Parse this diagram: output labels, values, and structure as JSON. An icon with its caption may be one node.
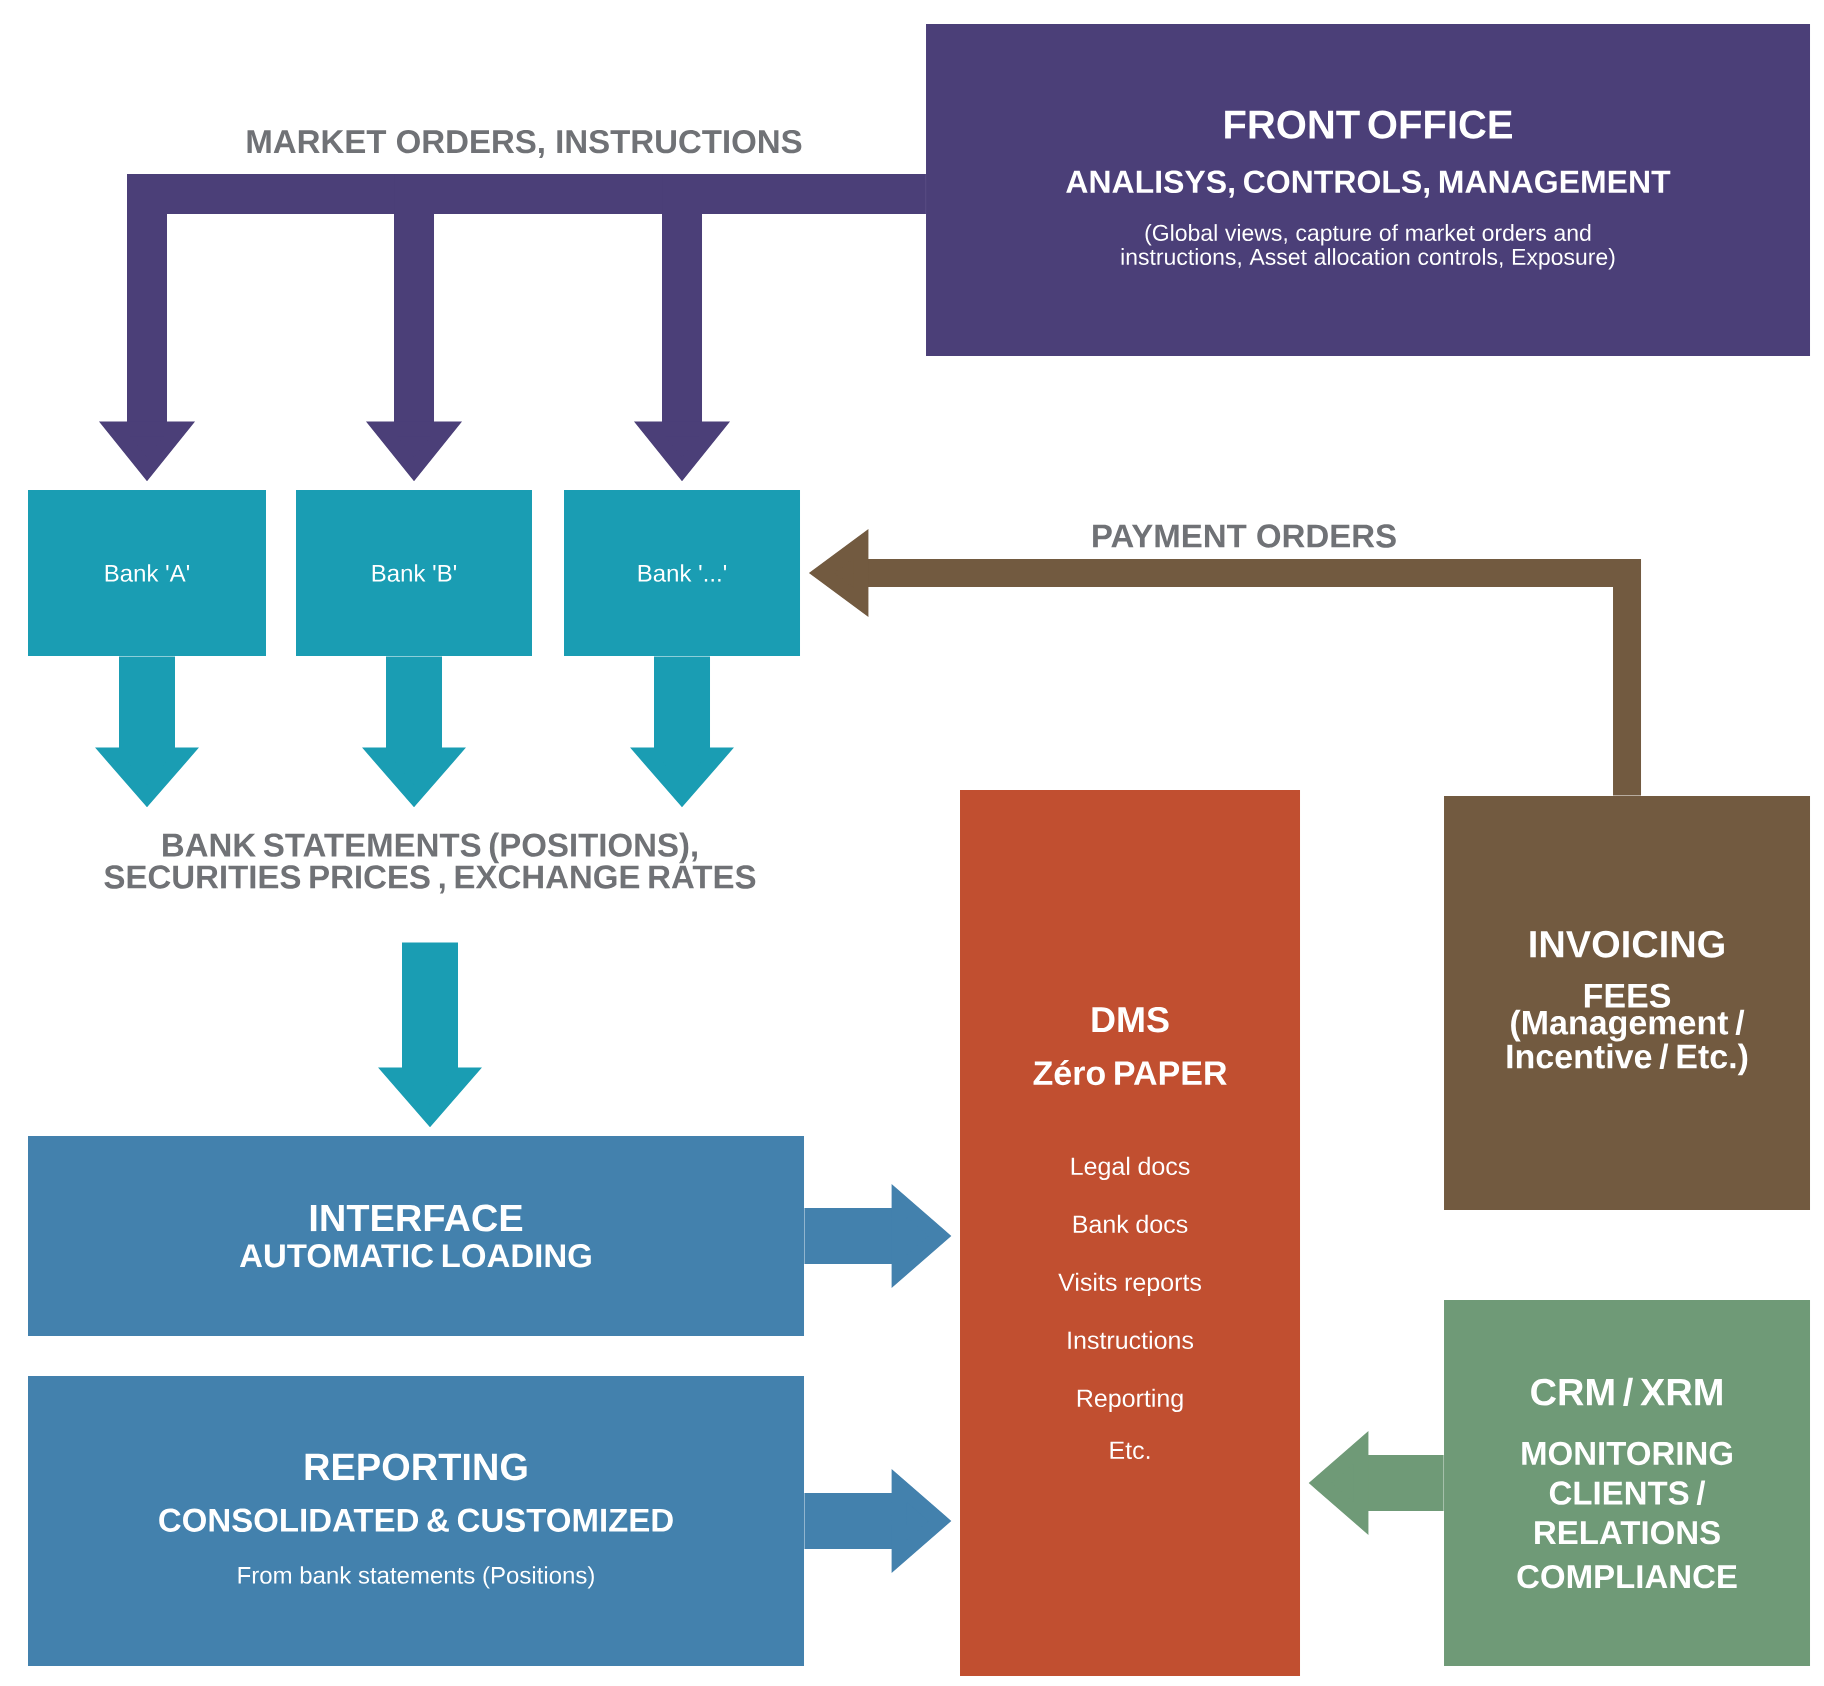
{
  "diagram": {
    "nodes": [
      {
        "text": [
          "FRONT OFFICE",
          "ANALISYS, CONTROLS, MANAGEMENT",
          "(Global views, capture of market orders and instructions, Asset allocation controls, Exposure)"
        ]
      },
      {
        "text": [
          "Bank 'A'"
        ]
      },
      {
        "text": [
          "Bank 'B'"
        ]
      },
      {
        "text": [
          "Bank '...'"
        ]
      },
      {
        "text": [
          "BANK STATEMENTS (POSITIONS), SECURITIES PRICES , EXCHANGE RATES"
        ]
      },
      {
        "text": [
          "DMS",
          "Zéro PAPER",
          "Legal docs",
          "Bank docs",
          "Visits reports",
          "Instructions",
          "Reporting",
          "Etc."
        ]
      },
      {
        "text": [
          "INVOICING",
          "FEES (Management / Incentive / Etc.)"
        ]
      },
      {
        "text": [
          "INTERFACE",
          "AUTOMATIC LOADING"
        ]
      },
      {
        "text": [
          "REPORTING",
          "CONSOLIDATED & CUSTOMIZED",
          "From bank statements (Positions)"
        ]
      },
      {
        "text": [
          "CRM / XRM",
          "MONITORING CLIENTS / RELATIONS",
          "COMPLIANCE"
        ]
      }
    ],
    "edges": [
      {
        "from": 0,
        "to": 1,
        "arrow": "to",
        "label": "MARKET ORDERS, INSTRUCTIONS",
        "color": "#4b3f78"
      },
      {
        "from": 0,
        "to": 2,
        "arrow": "to",
        "color": "#4b3f78"
      },
      {
        "from": 0,
        "to": 3,
        "arrow": "to",
        "color": "#4b3f78"
      },
      {
        "from": 6,
        "to": 3,
        "arrow": "to",
        "label": "PAYMENT ORDERS",
        "color": "#725a40"
      },
      {
        "from": 1,
        "to": 4,
        "arrow": "to",
        "color": "#1a9db3"
      },
      {
        "from": 2,
        "to": 4,
        "arrow": "to",
        "color": "#1a9db3"
      },
      {
        "from": 3,
        "to": 4,
        "arrow": "to",
        "color": "#1a9db3"
      },
      {
        "from": 4,
        "to": 7,
        "arrow": "to",
        "color": "#1a9db3"
      },
      {
        "from": 7,
        "to": 5,
        "arrow": "to",
        "color": "#4381ad"
      },
      {
        "from": 8,
        "to": 5,
        "arrow": "to",
        "color": "#4381ad"
      },
      {
        "from": 9,
        "to": 5,
        "arrow": "to",
        "color": "#6f9a77"
      }
    ]
  }
}
